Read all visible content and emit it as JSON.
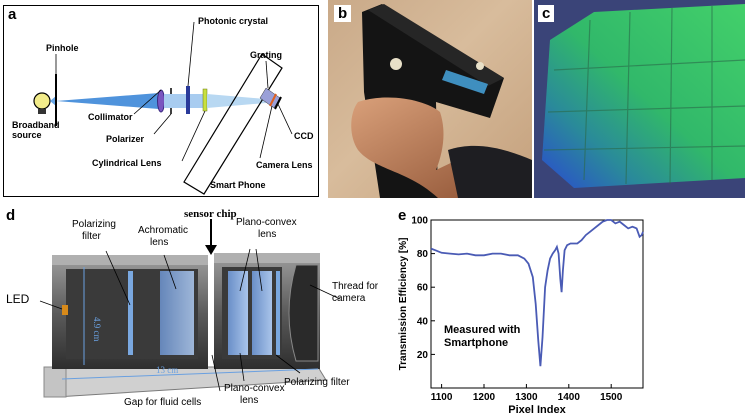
{
  "panels": {
    "a": {
      "label": "a",
      "labels": {
        "pinhole": "Pinhole",
        "photonic_crystal": "Photonic crystal",
        "grating": "Grating",
        "collimator": "Collimator",
        "broadband_source": "Broadband\nsource",
        "polarizer": "Polarizer",
        "ccd": "CCD",
        "cylindrical_lens": "Cylindrical Lens",
        "camera_lens": "Camera Lens",
        "smart_phone": "Smart Phone"
      }
    },
    "b": {
      "label": "b"
    },
    "c": {
      "label": "c"
    },
    "d": {
      "label": "d",
      "labels": {
        "sensor_chip": "sensor chip",
        "polarizing_filter_top": "Polarizing\nfilter",
        "achromatic_lens": "Achromatic\nlens",
        "plano_convex_top": "Plano-convex\nlens",
        "led": "LED",
        "thread": "Thread for\ncamera",
        "height": "4.9 cm",
        "length": "13 cm",
        "gap": "Gap for fluid cells",
        "plano_convex_bottom": "Plano-convex\nlens",
        "polarizing_filter_bottom": "Polarizing filter"
      }
    },
    "e": {
      "label": "e"
    }
  },
  "chart_data": {
    "type": "line",
    "xlabel": "Pixel Index",
    "ylabel": "Transmission Efficiency [%]",
    "annotation": "Measured with\nSmartphone",
    "xlim": [
      1075,
      1575
    ],
    "ylim": [
      0,
      100
    ],
    "xticks": [
      1100,
      1200,
      1300,
      1400,
      1500
    ],
    "yticks": [
      20,
      40,
      60,
      80,
      100
    ],
    "color": "#4a5bb5",
    "series": [
      {
        "x": [
          1075,
          1085,
          1100,
          1120,
          1140,
          1160,
          1180,
          1200,
          1220,
          1240,
          1260,
          1280,
          1295,
          1305,
          1315,
          1322,
          1328,
          1333,
          1338,
          1344,
          1350,
          1356,
          1362,
          1368,
          1372,
          1376,
          1380,
          1383,
          1386,
          1390,
          1396,
          1404,
          1410,
          1420,
          1430,
          1440,
          1450,
          1460,
          1470,
          1480,
          1490,
          1500,
          1510,
          1520,
          1530,
          1540,
          1550,
          1560,
          1567,
          1572,
          1575
        ],
        "y": [
          83,
          82,
          80.5,
          80,
          79.5,
          80,
          79,
          79,
          80,
          80,
          79,
          79,
          77,
          74,
          66,
          50,
          28,
          13,
          30,
          60,
          70,
          77,
          80,
          82,
          84,
          80,
          65,
          57,
          70,
          82,
          85,
          86,
          86,
          86,
          88,
          91,
          93,
          95,
          97,
          99,
          100,
          100,
          98,
          99,
          97,
          95,
          96,
          95,
          90,
          91,
          93
        ]
      }
    ]
  }
}
